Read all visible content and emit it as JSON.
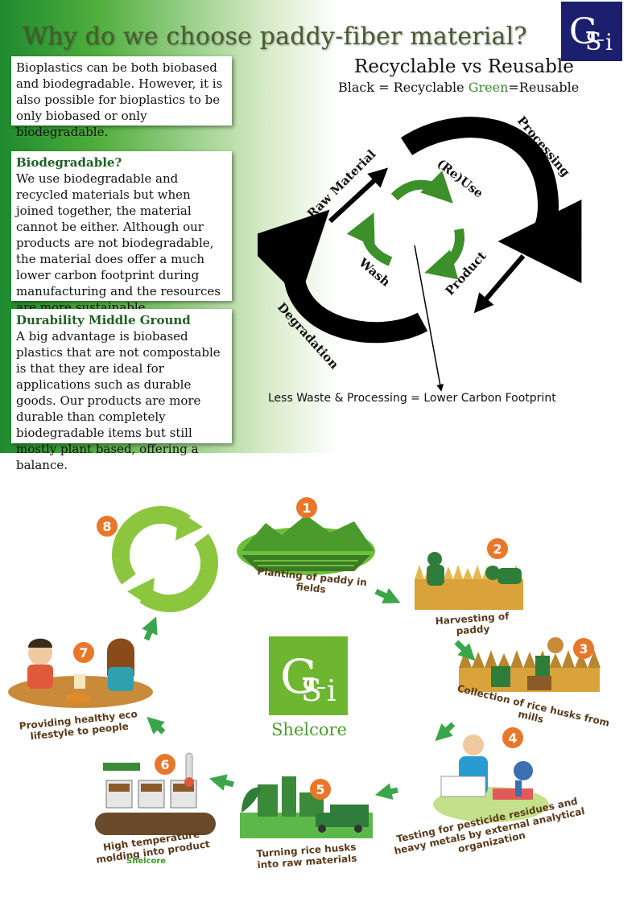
{
  "header": {
    "title": "Why do we choose paddy-fiber material?"
  },
  "logo": {
    "text": "GSi"
  },
  "panels": [
    {
      "heading": "",
      "body": "Bioplastics can be both biobased and biodegradable. However, it is also possible for bioplastics to be only biobased or only biodegradable."
    },
    {
      "heading": "Biodegradable?",
      "body": "We use biodegradable and recycled materials but when joined together, the material cannot be either. Although our products are not biodegradable, the material does offer a much lower carbon footprint during manufacturing and the resources are more sustainable."
    },
    {
      "heading": "Durability Middle Ground",
      "body": "A big advantage is biobased plastics that are not compostable is that they are ideal for applications such as durable goods. Our products are more durable than completely biodegradable items but still mostly plant based, offering a balance."
    }
  ],
  "diagram": {
    "title": "Recyclable vs Reusable",
    "legend_black": "Black = Recyclable",
    "legend_green": "Green",
    "legend_green_suffix": "=Reusable",
    "labels": {
      "raw_material": "Raw Material",
      "processing": "Processing",
      "degradation": "Degradation",
      "reuse": "(Re)Use",
      "wash": "Wash",
      "product": "Product"
    },
    "footer": "Less Waste & Processing = Lower Carbon Footprint",
    "colors": {
      "recyclable": "#000000",
      "reusable": "#3d8f2a"
    }
  },
  "cycle": {
    "steps": [
      {
        "number": "1",
        "label": "Planting of paddy in fields"
      },
      {
        "number": "2",
        "label": "Harvesting of paddy"
      },
      {
        "number": "3",
        "label": "Collection of rice husks from mills"
      },
      {
        "number": "4",
        "label": "Testing for pesticide residues and heavy metals by external analytical organization"
      },
      {
        "number": "5",
        "label": "Turning rice husks into raw materials"
      },
      {
        "number": "6",
        "label": "High temperature molding into product"
      },
      {
        "number": "7",
        "label": "Providing healthy eco lifestyle to people"
      },
      {
        "number": "8",
        "label": ""
      }
    ],
    "step6_brand": "Shelcore",
    "center_brand": "Shelcore",
    "colors": {
      "badge": "#e8772a",
      "arrow": "#3aa64a",
      "recycle": "#8cc63f"
    }
  }
}
